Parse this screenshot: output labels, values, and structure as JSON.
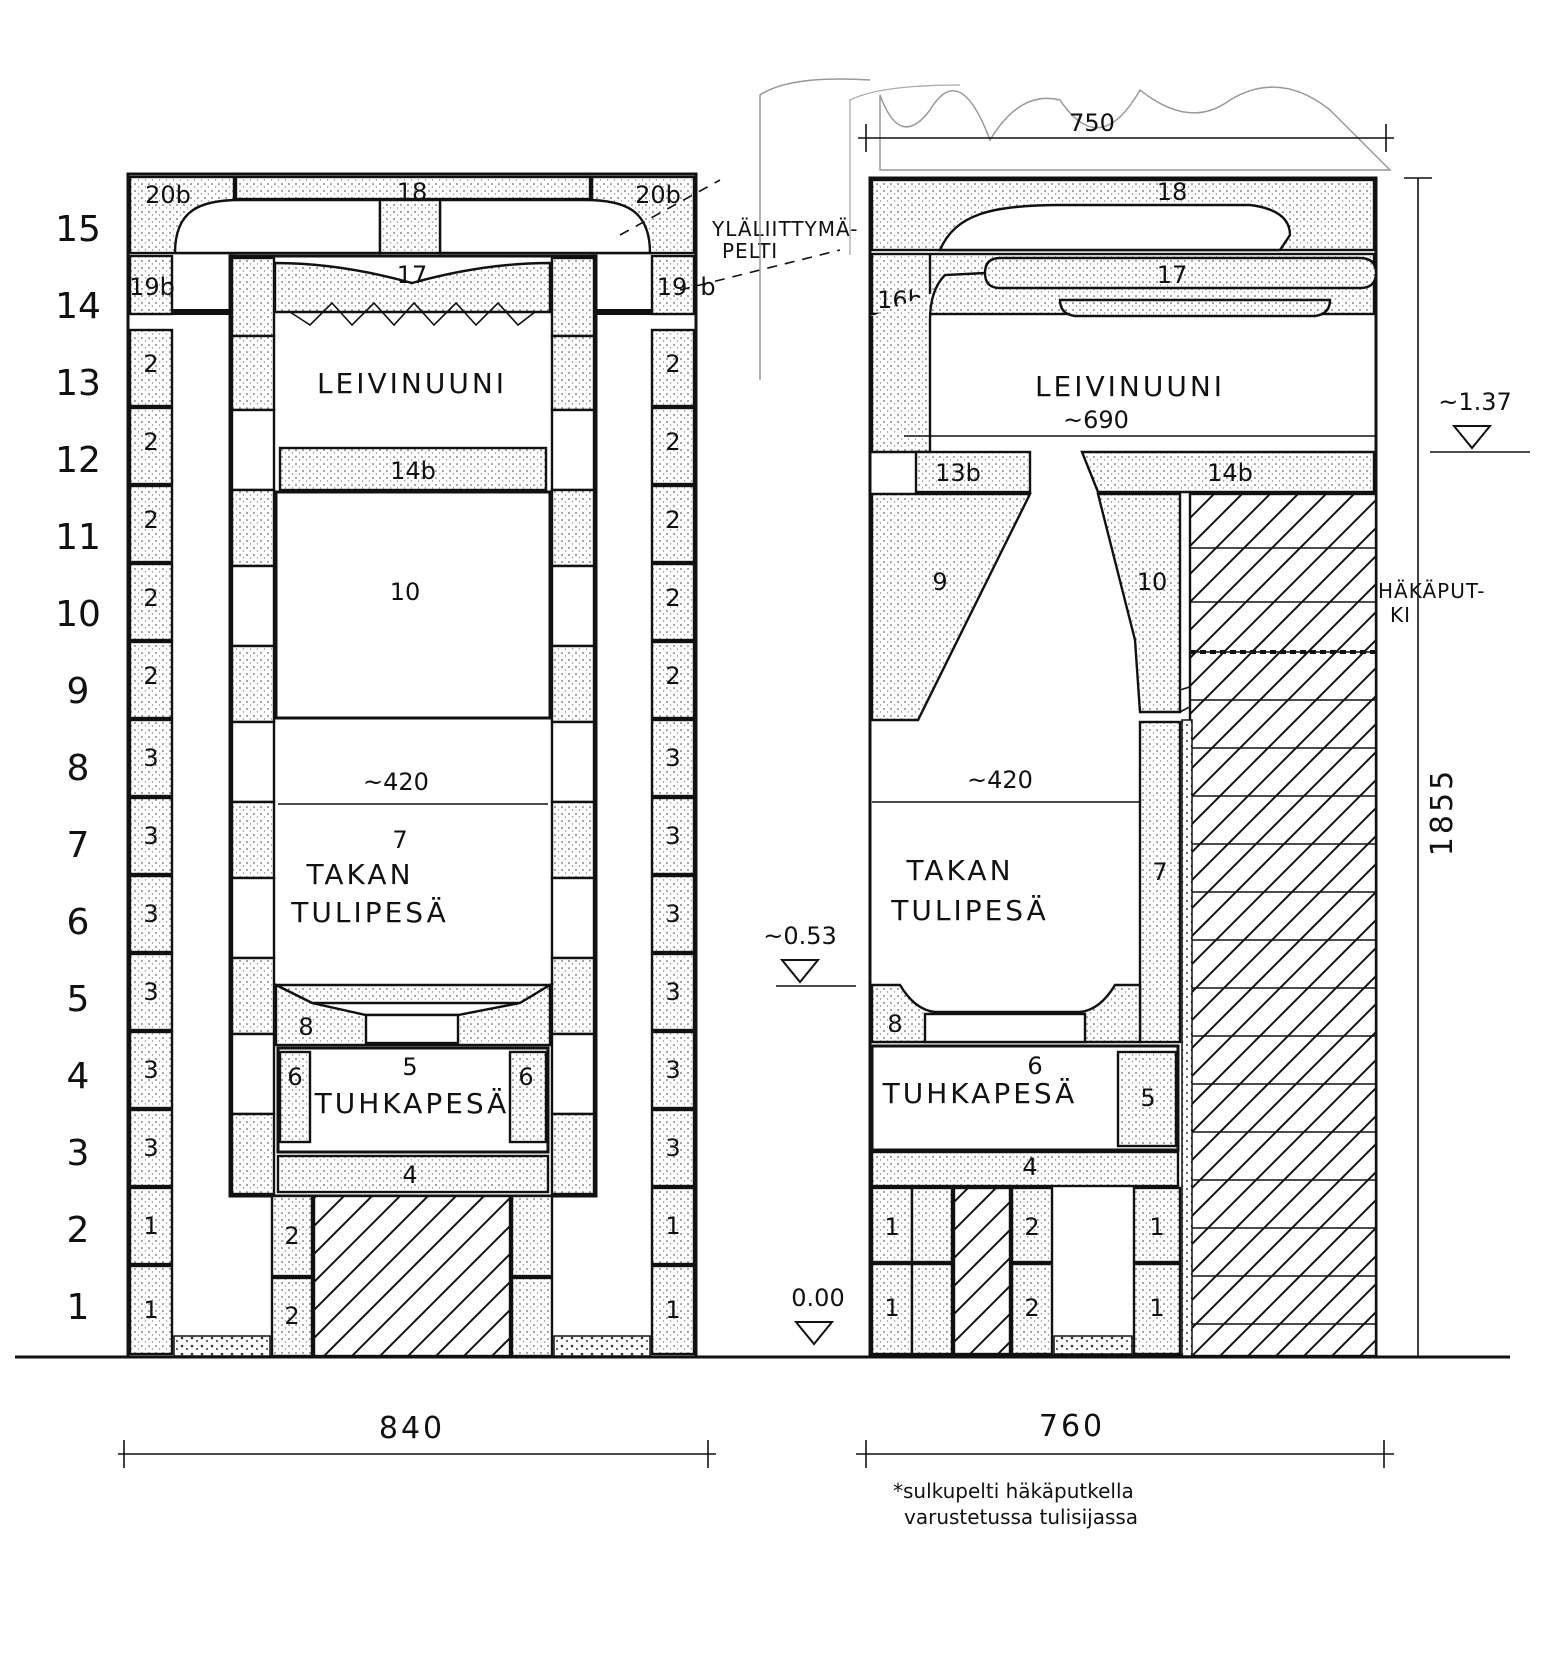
{
  "row_numbers": [
    "15",
    "14",
    "13",
    "12",
    "11",
    "10",
    "9",
    "8",
    "7",
    "6",
    "5",
    "4",
    "3",
    "2",
    "1"
  ],
  "left_section": {
    "blocks": {
      "top_left": "20b",
      "top_mid": "18",
      "top_right": "20b",
      "row14_left": "19b",
      "row14_right": "19",
      "row14_b": "b",
      "oven_top": "17",
      "outer_left": [
        "2",
        "2",
        "2",
        "2",
        "2",
        "3",
        "3",
        "3",
        "3",
        "3",
        "3",
        "1",
        "1"
      ],
      "outer_right": [
        "2",
        "2",
        "2",
        "2",
        "2",
        "3",
        "3",
        "3",
        "3",
        "3",
        "3",
        "1",
        "1"
      ],
      "oven_floor": "14b",
      "chamber": "10",
      "firebox_num": "7",
      "grate": "8",
      "ash_side_left": "6",
      "ash_side_right": "6",
      "ash_num": "5",
      "base_slab": "4",
      "foot_left": [
        "2",
        "2"
      ]
    },
    "labels": {
      "oven": "LEIVINUUNI",
      "firebox_line1": "TAKAN",
      "firebox_line2": "TULIPESÄ",
      "ashbox": "TUHKAPESÄ",
      "inner_width": "~420",
      "damper_line1": "YLÄLIITTYMÄ-",
      "damper_line2": "PELTI"
    },
    "width": "840"
  },
  "right_section": {
    "blocks": {
      "top": "18",
      "oven_top": "17",
      "side_top": "16b",
      "oven_floor_left": "13b",
      "oven_floor_right": "14b",
      "throat_left": "9",
      "throat_right": "10",
      "firebox_side": "7",
      "grate": "8",
      "ash_num": "6",
      "ash_side": "5",
      "base_slab": "4",
      "foot": [
        "1",
        "2",
        "1",
        "1",
        "2",
        "1"
      ]
    },
    "labels": {
      "oven": "LEIVINUUNI",
      "oven_width": "~690",
      "firebox_line1": "TAKAN",
      "firebox_line2": "TULIPESÄ",
      "ashbox": "TUHKAPESÄ",
      "inner_width": "~420",
      "top_width": "750",
      "flue_line1": "HÄKÄPUT-",
      "flue_line2": "KI"
    },
    "levels": {
      "oven": "~1.37",
      "firebox": "~0.53",
      "floor": "0.00"
    },
    "height": "1855",
    "width": "760"
  },
  "note": {
    "line1": "*sulkupelti häkäputkella",
    "line2": "varustetussa tulisijassa"
  }
}
